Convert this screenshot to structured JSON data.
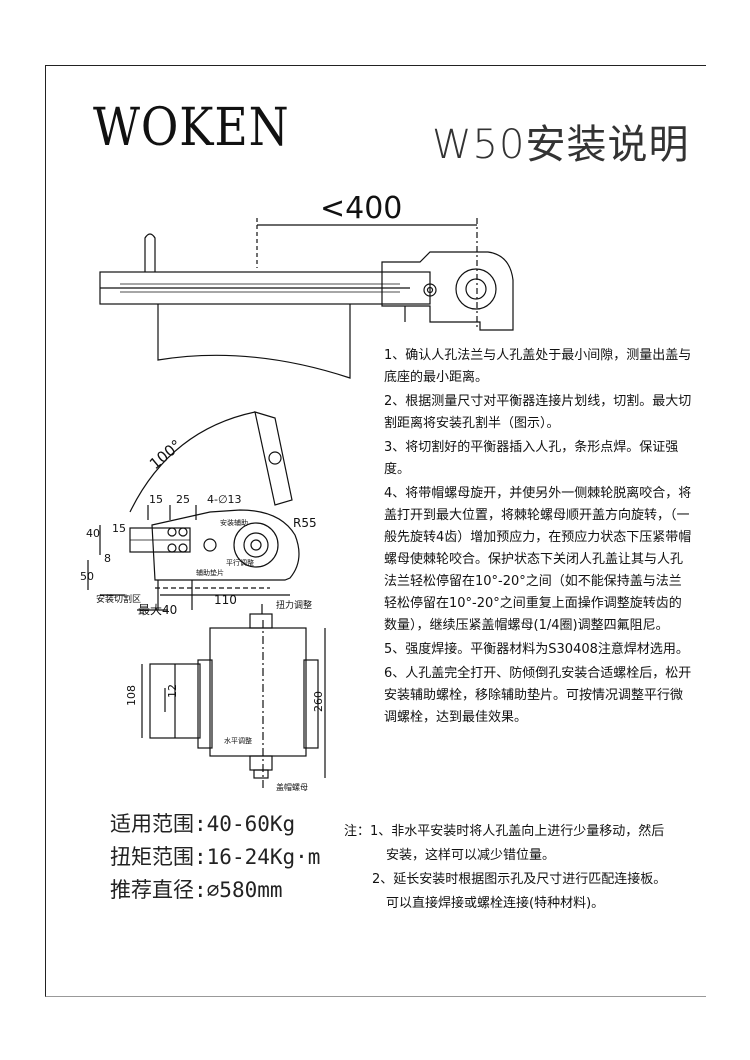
{
  "header": {
    "brand": "WOKEN",
    "title": "W50安装说明"
  },
  "dimensions": {
    "top_width": "<400",
    "angle": "100°",
    "d15": "15",
    "d25": "25",
    "hole": "4-∅13",
    "d40": "40",
    "d15b": "15",
    "d8": "8",
    "d50": "50",
    "radius": "R55",
    "d110": "110",
    "max40": "最大40",
    "h108": "108",
    "h12": "12",
    "h260": "260"
  },
  "labels": {
    "cut_zone": "安装切割区",
    "install_aux": "安装辅助",
    "aux_plate": "辅助垫片",
    "level_adjust": "平行调整",
    "torque_adjust": "扭力调整",
    "horizontal_adjust": "水平调整",
    "cap_nut": "盖帽螺母"
  },
  "steps": [
    "1、确认人孔法兰与人孔盖处于最小间隙，测量出盖与底座的最小距离。",
    "2、根据测量尺寸对平衡器连接片划线，切割。最大切割距离将安装孔割半（图示）。",
    "3、将切割好的平衡器插入人孔，条形点焊。保证强度。",
    "4、将带帽螺母旋开，并使另外一侧棘轮脱离咬合，将盖打开到最大位置，将棘轮螺母顺开盖方向旋转，（一般先旋转4齿）增加预应力，在预应力状态下压紧带帽螺母使棘轮咬合。保护状态下关闭人孔盖让其与人孔法兰轻松停留在10°-20°之间（如不能保持盖与法兰轻松停留在10°-20°之间重复上面操作调整旋转齿的数量），继续压紧盖帽螺母(1/4圈)调整四氟阻尼。",
    "5、强度焊接。平衡器材料为S30408注意焊材选用。",
    "6、人孔盖完全打开、防倾倒孔安装合适螺栓后，松开安装辅助螺栓，移除辅助垫片。可按情况调整平行微调螺栓，达到最佳效果。"
  ],
  "specs": [
    {
      "label": "适用范围",
      "value": "40-60Kg"
    },
    {
      "label": "扭矩范围",
      "value": "16-24Kg·m"
    },
    {
      "label": "推荐直径",
      "value": "∅580mm"
    }
  ],
  "notes": {
    "prefix": "注：",
    "n1": "1、非水平安装时将人孔盖向上进行少量移动，然后",
    "n1b": "安装，这样可以减少错位量。",
    "n2": "2、延长安装时根据图示孔及尺寸进行匹配连接板。",
    "n2b": "可以直接焊接或螺栓连接(特种材料)。"
  }
}
